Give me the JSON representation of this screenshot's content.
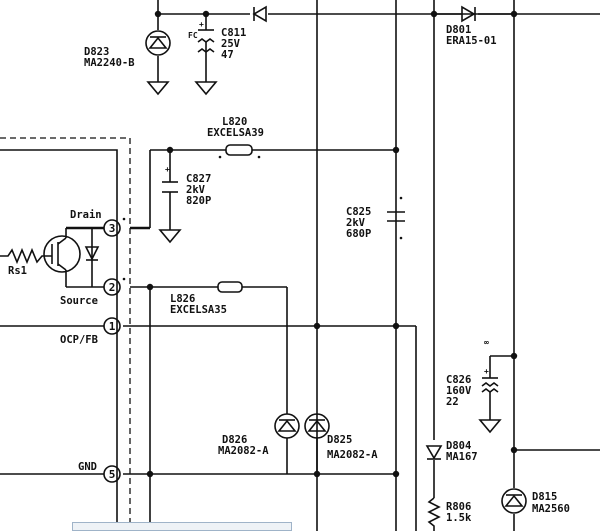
{
  "pins": {
    "p3": "3",
    "p2": "2",
    "p1": "1",
    "p5": "5"
  },
  "pin_labels": {
    "drain": "Drain",
    "source": "Source",
    "ocp": "OCP/FB",
    "gnd": "GND",
    "resistor": "Rs1"
  },
  "parts": {
    "d823_ref": "D823",
    "d823_val": "MA2240-B",
    "c811_ref": "C811",
    "c811_v": "25V",
    "c811_val": "47",
    "c811_pol": "FC",
    "d801_ref": "D801",
    "d801_val": "ERA15-01",
    "l820_ref": "L820",
    "l820_val": "EXCELSA39",
    "c827_ref": "C827",
    "c827_v": "2kV",
    "c827_val": "820P",
    "c825_ref": "C825",
    "c825_v": "2kV",
    "c825_val": "680P",
    "l826_ref": "L826",
    "l826_val": "EXCELSA35",
    "c826_ref": "C826",
    "c826_v": "160V",
    "c826_val": "22",
    "d826_ref": "D826",
    "d826_val": "MA2082-A",
    "d825_ref": "D825",
    "d825_val": "MA2082-A",
    "d804_ref": "D804",
    "d804_val": "MA167",
    "r806_ref": "R806",
    "r806_val": "1.5k",
    "d815_ref": "D815",
    "d815_val": "MA2560"
  },
  "colors": {
    "ink": "#111111",
    "paper": "#ffffff"
  }
}
